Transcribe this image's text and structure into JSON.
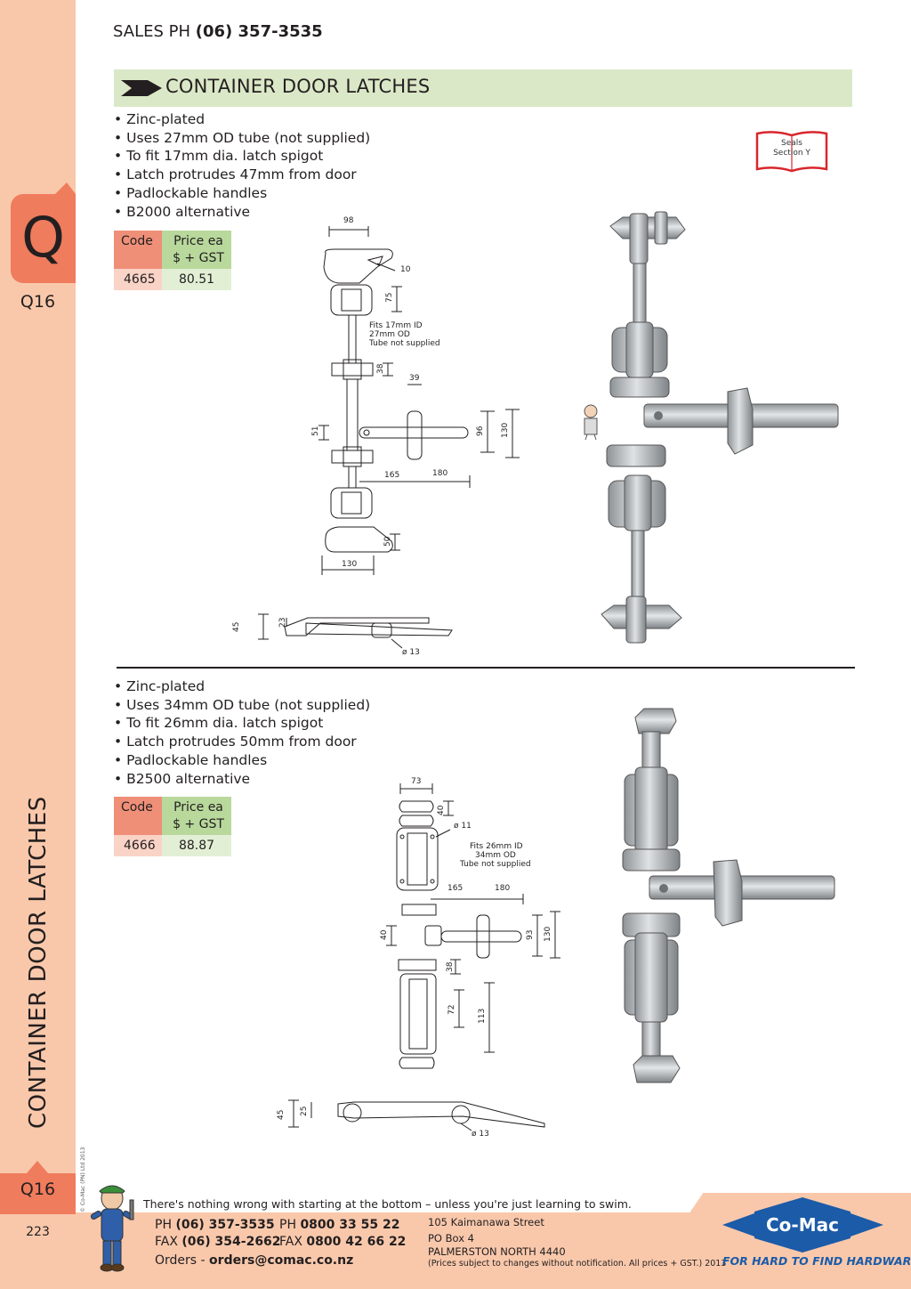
{
  "header": {
    "sales_label": "SALES",
    "sales_ph_label": "PH",
    "sales_phone": "(06) 357-3535"
  },
  "banner": {
    "title": "CONTAINER DOOR LATCHES"
  },
  "sidebar": {
    "section_letter": "Q",
    "page_code": "Q16",
    "vertical_title": "CONTAINER DOOR LATCHES",
    "copyright": "© Co-Mac (PN) Ltd 2013",
    "page_number": "223"
  },
  "seals": {
    "line1": "Seals",
    "line2": "Section Y"
  },
  "products": [
    {
      "bullets": [
        "Zinc-plated",
        "Uses 27mm OD tube (not supplied)",
        "To fit 17mm dia. latch spigot",
        "Latch protrudes 47mm from door",
        "Padlockable handles",
        "B2000 alternative"
      ],
      "table": {
        "code_header": "Code",
        "price_header_1": "Price ea",
        "price_header_2": "$ + GST",
        "code": "4665",
        "price": "80.51"
      },
      "drawing": {
        "dims": [
          "98",
          "10",
          "75",
          "38",
          "39",
          "51",
          "96",
          "130",
          "165",
          "180",
          "50",
          "130",
          "45",
          "23",
          "13"
        ],
        "note_1": "Fits 17mm ID",
        "note_2": "27mm OD",
        "note_3": "Tube not supplied"
      }
    },
    {
      "bullets": [
        "Zinc-plated",
        "Uses 34mm OD tube (not supplied)",
        "To fit 26mm dia. latch spigot",
        "Latch protrudes 50mm from door",
        "Padlockable handles",
        "B2500 alternative"
      ],
      "table": {
        "code_header": "Code",
        "price_header_1": "Price ea",
        "price_header_2": "$ + GST",
        "code": "4666",
        "price": "88.87"
      },
      "drawing": {
        "dims": [
          "73",
          "40",
          "11",
          "165",
          "180",
          "40",
          "93",
          "130",
          "38",
          "72",
          "113",
          "45",
          "25",
          "13"
        ],
        "note_1": "Fits 26mm ID",
        "note_2": "34mm OD",
        "note_3": "Tube not supplied"
      }
    }
  ],
  "footer": {
    "tagline": "There's nothing wrong with starting at the bottom – unless you're just learning to swim.",
    "ph_label": "PH",
    "ph": "(06) 357-3535",
    "fax_label": "FAX",
    "fax": "(06) 354-2662",
    "ph2_label": "PH",
    "ph2": "0800 33 55 22",
    "fax2_label": "FAX",
    "fax2": "0800 42 66 22",
    "orders_label": "Orders -",
    "orders_email": "orders@comac.co.nz",
    "address_1": "105 Kaimanawa Street",
    "address_2": "PO Box 4",
    "address_3": "PALMERSTON NORTH 4440",
    "notice": "(Prices subject to changes without notification.  All prices + GST.)  2013",
    "logo_text": "Co-Mac",
    "logo_tagline": "FOR HARD TO FIND HARDWARE",
    "brand_blue": "#1b5ba8"
  }
}
